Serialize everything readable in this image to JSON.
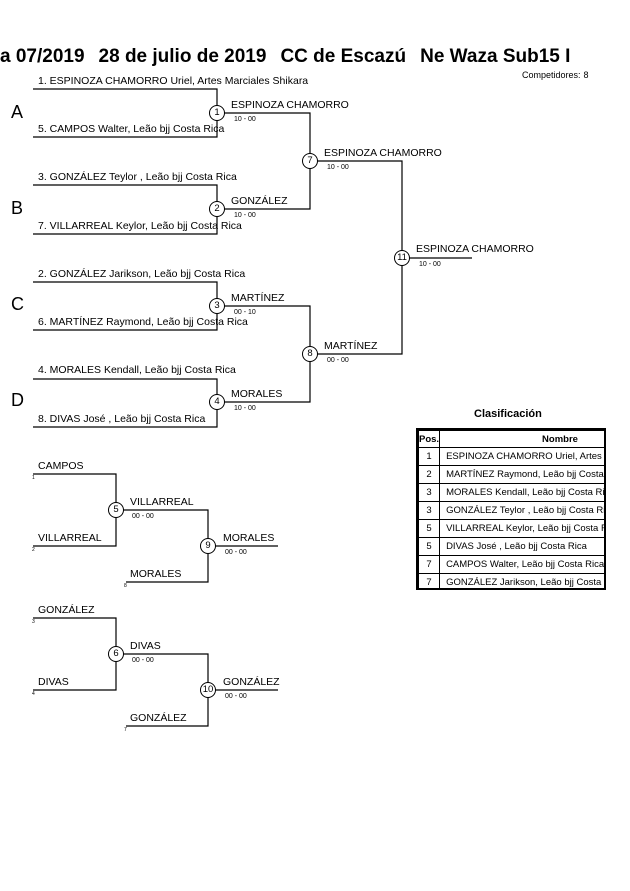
{
  "header": {
    "title_parts": [
      "a 07/2019",
      "28 de julio de 2019",
      "CC de Escazú",
      "Ne Waza Sub15 I"
    ],
    "competitors_label": "Competidores:",
    "competitors_count": "8"
  },
  "groups": [
    "A",
    "B",
    "C",
    "D"
  ],
  "entries": [
    "1. ESPINOZA CHAMORRO Uriel, Artes Marciales Shikara",
    "5. CAMPOS Walter, Leão bjj Costa Rica",
    "3. GONZÁLEZ Teylor , Leão bjj Costa Rica",
    "7. VILLARREAL Keylor, Leão bjj Costa Rica",
    "2. GONZÁLEZ Jarikson, Leão bjj Costa Rica",
    "6. MARTÍNEZ Raymond, Leão bjj Costa Rica",
    "4. MORALES Kendall, Leão bjj Costa Rica",
    "8. DIVAS José , Leão bjj Costa Rica"
  ],
  "matches": {
    "m1": {
      "num": "1",
      "winner": "ESPINOZA CHAMORRO",
      "score": "10 - 00"
    },
    "m2": {
      "num": "2",
      "winner": "GONZÁLEZ",
      "score": "10 - 00"
    },
    "m3": {
      "num": "3",
      "winner": "MARTÍNEZ",
      "score": "00 - 10"
    },
    "m4": {
      "num": "4",
      "winner": "MORALES",
      "score": "10 - 00"
    },
    "m7": {
      "num": "7",
      "winner": "ESPINOZA CHAMORRO",
      "score": "10 - 00"
    },
    "m8": {
      "num": "8",
      "winner": "MARTÍNEZ",
      "score": "00 - 00"
    },
    "m11": {
      "num": "11",
      "winner": "ESPINOZA CHAMORRO",
      "score": "10 - 00"
    },
    "m5": {
      "num": "5",
      "winner": "VILLARREAL",
      "score": "00 - 00"
    },
    "m9": {
      "num": "9",
      "winner": "MORALES",
      "score": "00 - 00"
    },
    "m6": {
      "num": "6",
      "winner": "DIVAS",
      "score": "00 - 00"
    },
    "m10": {
      "num": "10",
      "winner": "GONZÁLEZ",
      "score": "00 - 00"
    }
  },
  "repechage": {
    "r1_top": "CAMPOS",
    "r1_top_ref": "1",
    "r1_bottom": "VILLARREAL",
    "r1_bottom_ref": "2",
    "r1_feed": "MORALES",
    "r1_feed_ref": "8",
    "r2_top": "GONZÁLEZ",
    "r2_top_ref": "3",
    "r2_bottom": "DIVAS",
    "r2_bottom_ref": "4",
    "r2_feed": "GONZÁLEZ",
    "r2_feed_ref": "7"
  },
  "classification": {
    "title": "Clasificación",
    "col_pos": "Pos.",
    "col_name": "Nombre",
    "rows": [
      {
        "pos": "1",
        "name": "ESPINOZA CHAMORRO Uriel, Artes Marciales Shikara"
      },
      {
        "pos": "2",
        "name": "MARTÍNEZ Raymond, Leão bjj Costa Rica"
      },
      {
        "pos": "3",
        "name": "MORALES Kendall, Leão bjj Costa Rica"
      },
      {
        "pos": "3",
        "name": "GONZÁLEZ Teylor , Leão bjj Costa Rica"
      },
      {
        "pos": "5",
        "name": "VILLARREAL Keylor, Leão bjj Costa Rica"
      },
      {
        "pos": "5",
        "name": "DIVAS José , Leão bjj Costa Rica"
      },
      {
        "pos": "7",
        "name": "CAMPOS Walter, Leão bjj Costa Rica"
      },
      {
        "pos": "7",
        "name": "GONZÁLEZ Jarikson, Leão bjj Costa Rica"
      }
    ]
  }
}
